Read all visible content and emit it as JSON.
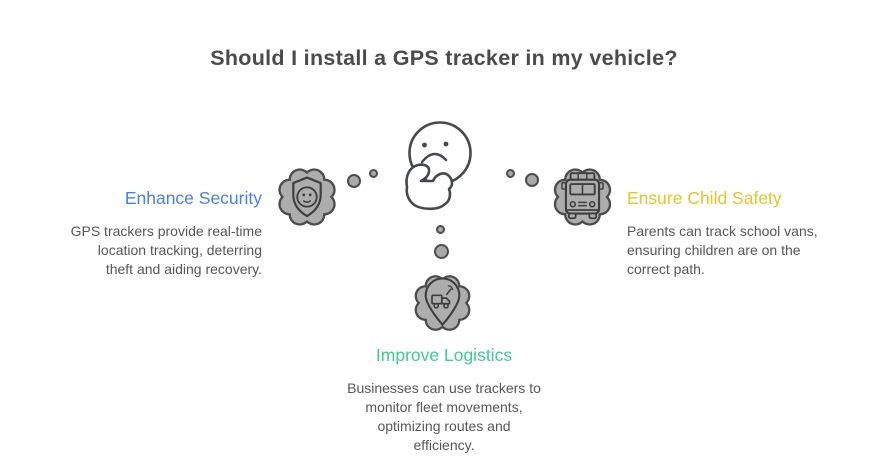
{
  "title": "Should I install a GPS tracker in my vehicle?",
  "center": {
    "icon": "thinking-face-icon"
  },
  "sections": {
    "security": {
      "heading": "Enhance Security",
      "body": "GPS trackers provide real-time\nlocation tracking, deterring\ntheft and aiding recovery.",
      "accent_color": "#4a80e2",
      "icon": "shield-face-icon"
    },
    "child_safety": {
      "heading": "Ensure Child Safety",
      "body": "Parents can track school vans,\nensuring children are on the\ncorrect path.",
      "accent_color": "#e2c629",
      "icon": "school-bus-icon"
    },
    "logistics": {
      "heading": "Improve Logistics",
      "body": "Businesses can use trackers to\nmonitor fleet movements,\noptimizing routes and\nefficiency.",
      "accent_color": "#3ecb8f",
      "icon": "truck-location-pin-icon"
    }
  },
  "colors": {
    "background": "#ffffff",
    "title_text": "#4b4b4b",
    "body_text": "#565656",
    "cloud_fill": "#adadad",
    "cloud_stroke": "#4c4c4c",
    "icon_stroke": "#3e3e3e",
    "face_stroke": "#45484c"
  }
}
